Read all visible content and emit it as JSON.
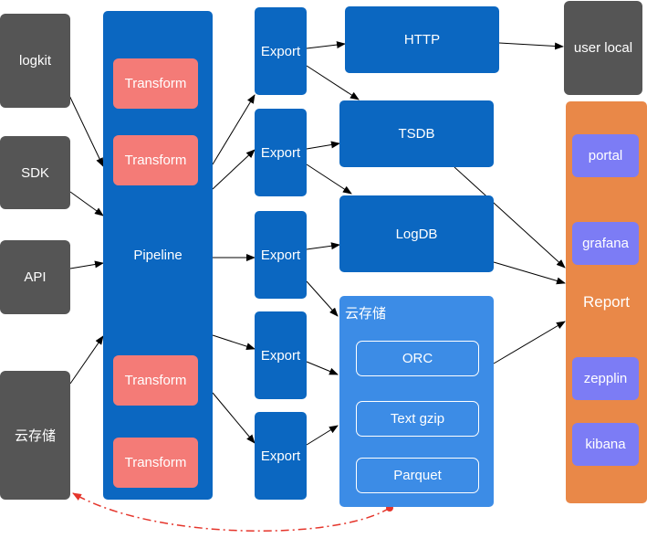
{
  "sources": {
    "logkit": "logkit",
    "sdk": "SDK",
    "api": "API",
    "cloud": "云存储"
  },
  "pipeline": {
    "label": "Pipeline",
    "transform_label": "Transform"
  },
  "export_label": "Export",
  "sinks": {
    "http": "HTTP",
    "tsdb": "TSDB",
    "logdb": "LogDB",
    "cloud_storage": {
      "title": "云存储",
      "formats": [
        "ORC",
        "Text gzip",
        "Parquet"
      ]
    }
  },
  "user_local": "user local",
  "report": {
    "label": "Report",
    "tools": [
      "portal",
      "grafana",
      "zepplin",
      "kibana"
    ]
  },
  "colors": {
    "source_gray": "#555555",
    "pipeline_blue": "#0b67c1",
    "storage_light_blue": "#3c8ce6",
    "transform_salmon": "#f47b77",
    "report_orange": "#e98848",
    "tool_purple": "#7c7cf5",
    "feedback_red": "#e5352b"
  }
}
